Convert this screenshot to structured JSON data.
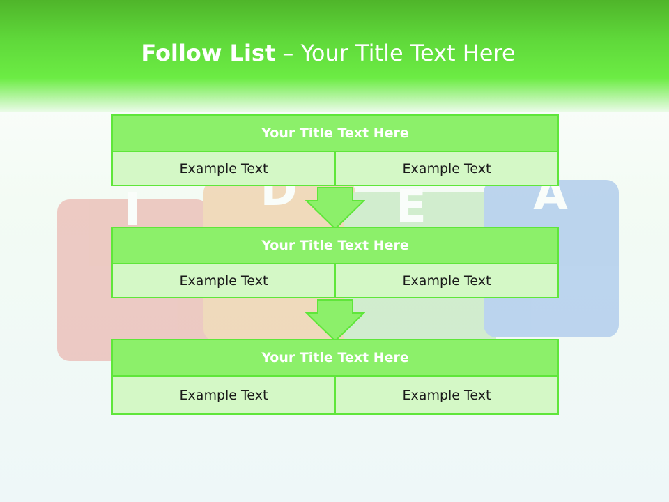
{
  "slide": {
    "title_bold": "Follow List",
    "title_rest": "  – Your Title Text Here"
  },
  "background_letters": [
    "I",
    "D",
    "E",
    "A"
  ],
  "blocks": [
    {
      "title": "Your Title Text Here",
      "cells": [
        "Example Text",
        "Example Text"
      ]
    },
    {
      "title": "Your Title Text Here",
      "cells": [
        "Example Text",
        "Example Text"
      ]
    },
    {
      "title": "Your Title Text Here",
      "cells": [
        "Example Text",
        "Example Text"
      ]
    }
  ],
  "colors": {
    "accent": "#5fe63a",
    "title_fill": "#8cf06a",
    "row_fill": "#d4f8c6",
    "cube_red": "#e8a39a",
    "cube_orange": "#eec08e",
    "cube_green": "#b7e3b0",
    "cube_blue": "#8fb6e8"
  }
}
